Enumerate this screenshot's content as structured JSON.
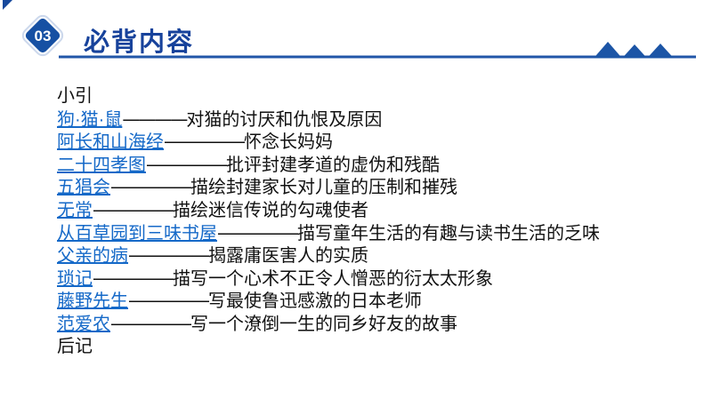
{
  "header": {
    "badge_number": "03",
    "title": "必背内容"
  },
  "toc": {
    "intro": "小引",
    "outro": "后记",
    "entries": [
      {
        "title": "狗·猫·鼠",
        "dashes": "————",
        "desc": "对猫的讨厌和仇恨及原因"
      },
      {
        "title": "阿长和山海经",
        "dashes": "—————",
        "desc": "怀念长妈妈"
      },
      {
        "title": "二十四孝图",
        "dashes": "—————",
        "desc": "批评封建孝道的虚伪和残酷"
      },
      {
        "title": "五猖会",
        "dashes": "—————",
        "desc": "描绘封建家长对儿童的压制和摧残"
      },
      {
        "title": "无常",
        "dashes": "—————",
        "desc": "描绘迷信传说的勾魂使者"
      },
      {
        "title": "从百草园到三味书屋",
        "dashes": "—————",
        "desc": "描写童年生活的有趣与读书生活的乏味"
      },
      {
        "title": "父亲的病",
        "dashes": "—————",
        "desc": "揭露庸医害人的实质"
      },
      {
        "title": "琐记",
        "dashes": "—————",
        "desc": "描写一个心术不正令人憎恶的衍太太形象"
      },
      {
        "title": "藤野先生",
        "dashes": "—————",
        "desc": "写最使鲁迅感激的日本老师"
      },
      {
        "title": "范爱农",
        "dashes": "—————",
        "desc": "写一个潦倒一生的同乡好友的故事"
      }
    ]
  },
  "colors": {
    "brand_blue": "#1650A3",
    "title_blue": "#17429B",
    "line_blue": "#2156A8",
    "mountain_blue": "#1C55A6",
    "link_blue": "#1569C8",
    "text_black": "#111111",
    "badge_ring": "#ccd8ec"
  }
}
